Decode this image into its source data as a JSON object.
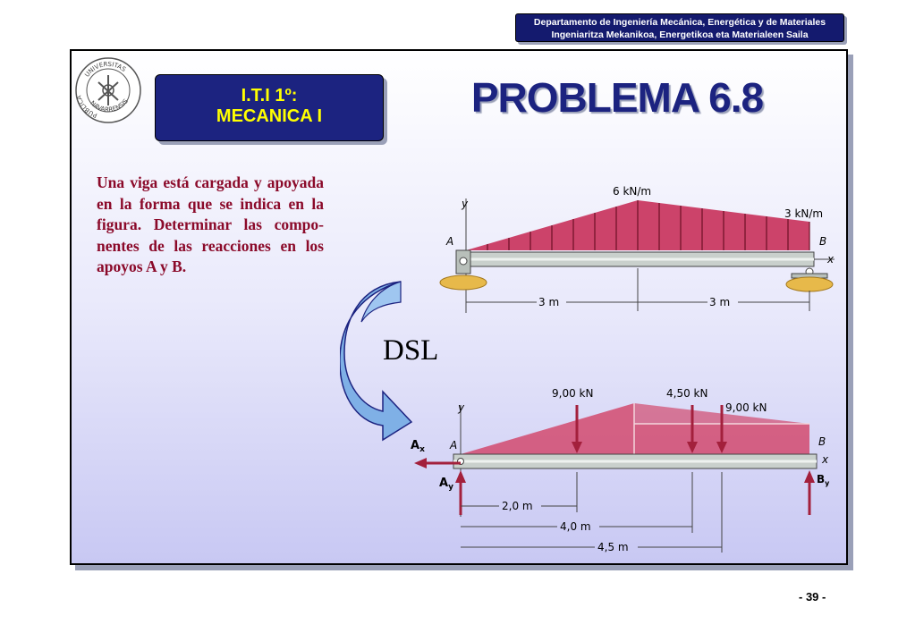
{
  "header": {
    "line1": "Departamento de Ingeniería Mecánica, Energética y de Materiales",
    "line2": "Ingeniaritza  Mekanikoa, Energetikoa eta Materialeen Saila"
  },
  "course": {
    "line1": "I.T.I 1º:",
    "line2": "MECANICA I"
  },
  "title": "PROBLEMA 6.8",
  "statement": "Una viga está cargada y apoyada en la forma que se indica en la figura. Determinar las compo-nentes de las reacciones en los apoyos A y B.",
  "seal": {
    "top": "UNIVERSITAS",
    "left": "PUBLICA",
    "bottom": "NAVARRENSIS"
  },
  "dsl_label": "DSL",
  "figure_top": {
    "load_peak": "6 kN/m",
    "load_end": "3 kN/m",
    "point_a": "A",
    "point_b": "B",
    "axis_y": "y",
    "axis_x": "x",
    "dim_left": "3 m",
    "dim_right": "3 m"
  },
  "figure_bottom": {
    "force1": "9,00 kN",
    "force2": "4,50 kN",
    "force3": "9,00 kN",
    "label_ax": "A",
    "label_ax_sub": "x",
    "label_ay": "A",
    "label_ay_sub": "y",
    "label_b": "B",
    "label_by": "B",
    "label_by_sub": "y",
    "point_a": "A",
    "axis_y": "y",
    "axis_x": "x",
    "dim1": "2,0 m",
    "dim2": "4,0 m",
    "dim3": "4,5 m"
  },
  "page_number": "- 39 -",
  "colors": {
    "navy": "#1c2380",
    "text_red": "#8b0a2a",
    "load_fill": "#c8305a",
    "arrow_blue": "#7fb0e6"
  }
}
